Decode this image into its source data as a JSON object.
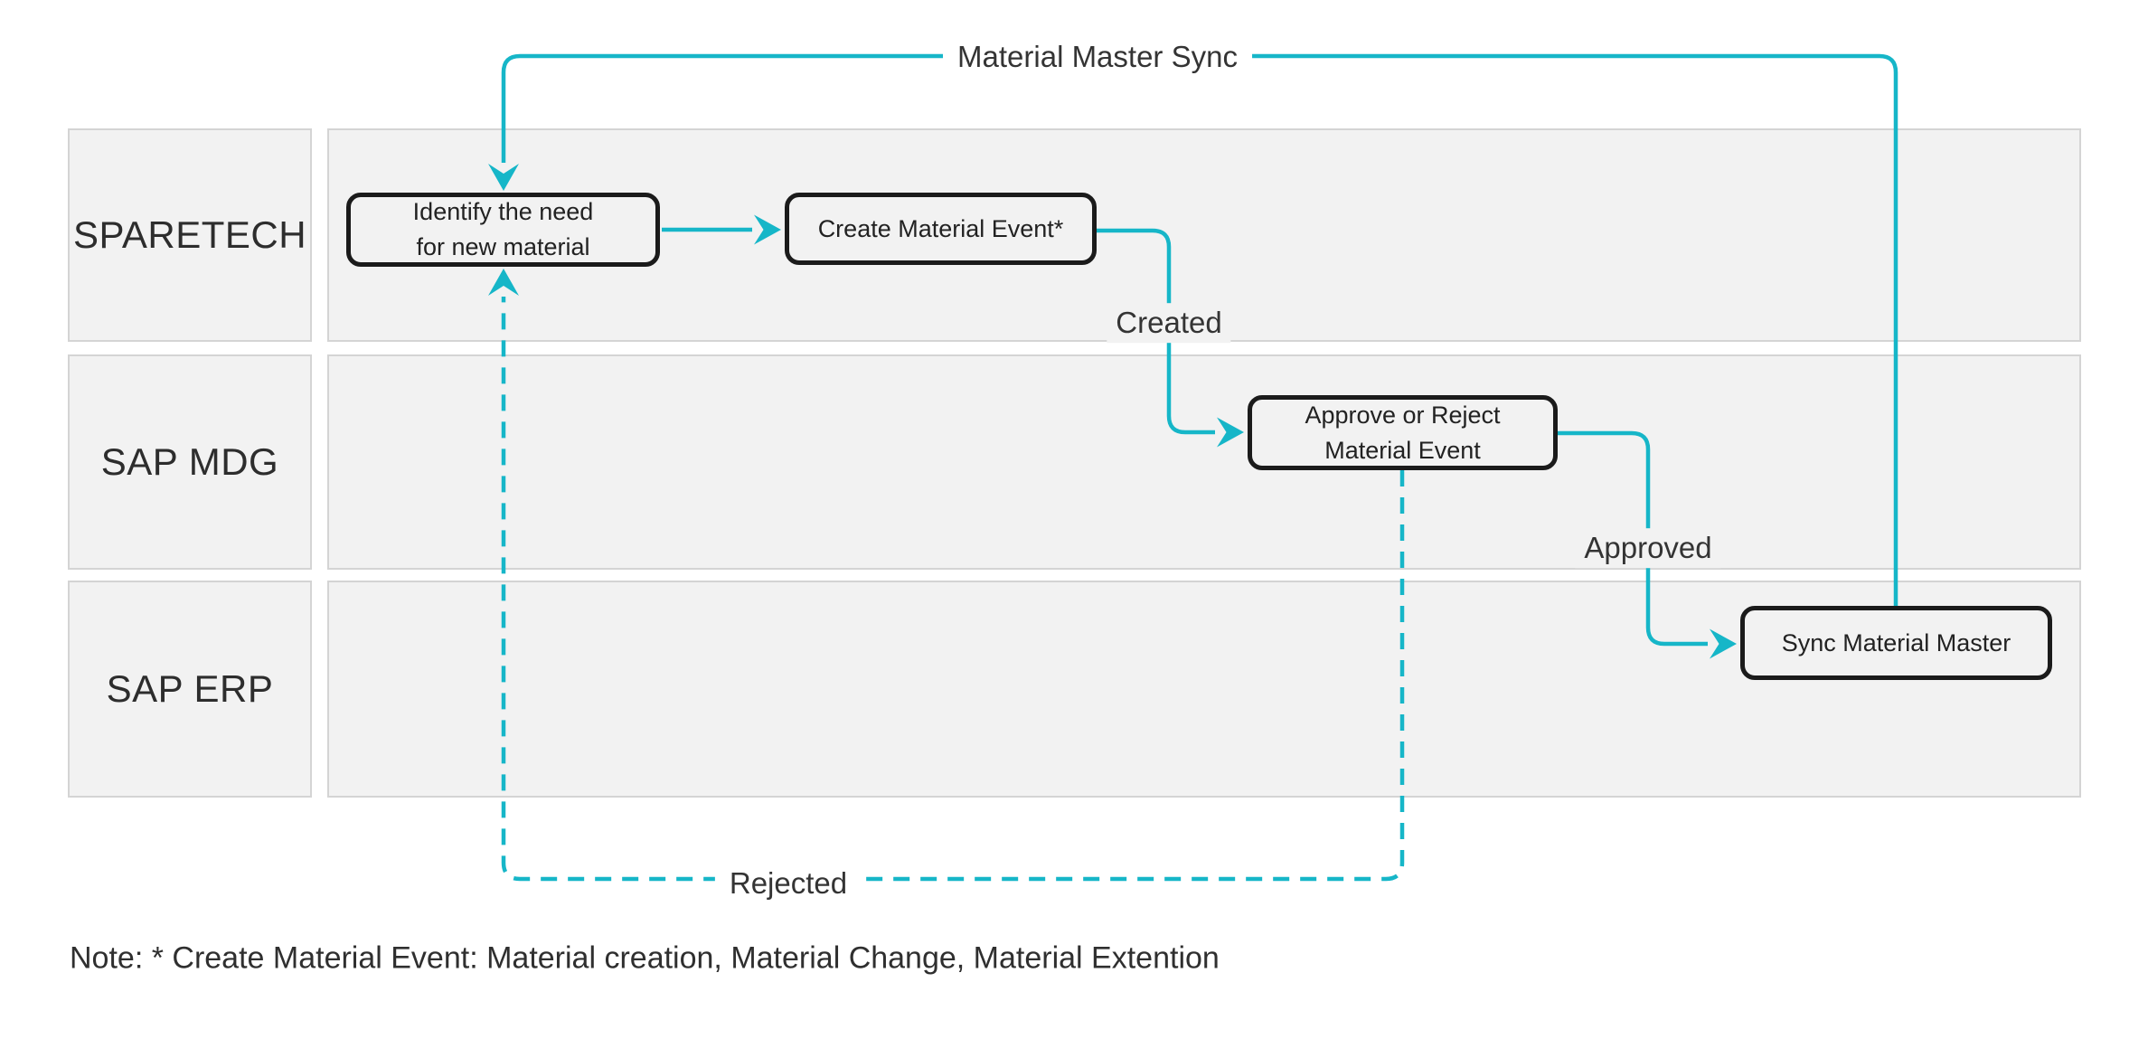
{
  "colors": {
    "accent": "#16b6c8",
    "lane-fill": "#f2f2f2",
    "lane-border": "#d4d4d4",
    "node-border": "#1b1b1b"
  },
  "lanes": [
    {
      "label": "SPARETECH"
    },
    {
      "label": "SAP MDG"
    },
    {
      "label": "SAP ERP"
    }
  ],
  "nodes": {
    "identify": {
      "lines": [
        "Identify the need",
        "for new material"
      ]
    },
    "create": {
      "lines": [
        "Create Material Event*"
      ]
    },
    "approve": {
      "lines": [
        "Approve or Reject",
        "Material Event"
      ]
    },
    "sync": {
      "lines": [
        "Sync Material Master"
      ]
    }
  },
  "edge_labels": {
    "material_master_sync": "Material Master Sync",
    "created": "Created",
    "approved": "Approved",
    "rejected": "Rejected"
  },
  "note": "Note: * Create Material Event: Material creation, Material Change, Material Extention"
}
